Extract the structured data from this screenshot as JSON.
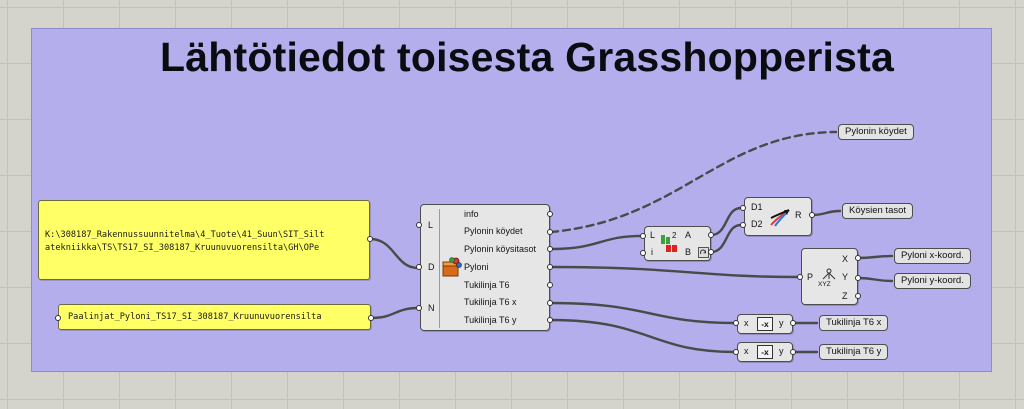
{
  "title": "Lähtötiedot toisesta Grasshopperista",
  "panels": {
    "path_line1": "K:\\308187_Rakennussuunnitelma\\4_Tuote\\41_Suun\\SIT_Silt",
    "path_line2": "atekniikka\\TS\\TS17_SI_308187_Kruunuvuorensilta\\GH\\OPe",
    "name_value": "Paalinjat_Pyloni_TS17_SI_308187_Kruunuvuorensilta"
  },
  "main_component": {
    "inputs": [
      "L",
      "D",
      "N"
    ],
    "outputs": [
      "info",
      "Pylonin köydet",
      "Pylonin köysitasot",
      "Pyloni",
      "Tukilinja T6",
      "Tukilinja T6 x",
      "Tukilinja T6 y"
    ]
  },
  "list_item": {
    "inputs": [
      "L",
      "i"
    ],
    "outputs": [
      "A",
      "B"
    ],
    "icon_text": "2"
  },
  "merge": {
    "inputs": [
      "D1",
      "D2"
    ],
    "output": "R"
  },
  "deconstruct": {
    "input": "P",
    "outputs": [
      "X",
      "Y",
      "Z"
    ],
    "icon_text": "XYZ"
  },
  "neg1": {
    "input": "x",
    "output": "y",
    "icon_text": "-x"
  },
  "neg2": {
    "input": "x",
    "output": "y",
    "icon_text": "-x"
  },
  "relays": {
    "pylonin_koydet": "Pylonin köydet",
    "koysien_tasot": "Köysien tasot",
    "pyloni_x": "Pyloni x-koord.",
    "pyloni_y": "Pyloni y-koord.",
    "tukilinja_x": "Tukilinja T6 x",
    "tukilinja_y": "Tukilinja T6 y"
  },
  "colors": {
    "canvas": "#d4d4cc",
    "group": "#b4aeec",
    "panel": "#ffff66",
    "component": "#e6e6e6",
    "wire": "#555555"
  }
}
